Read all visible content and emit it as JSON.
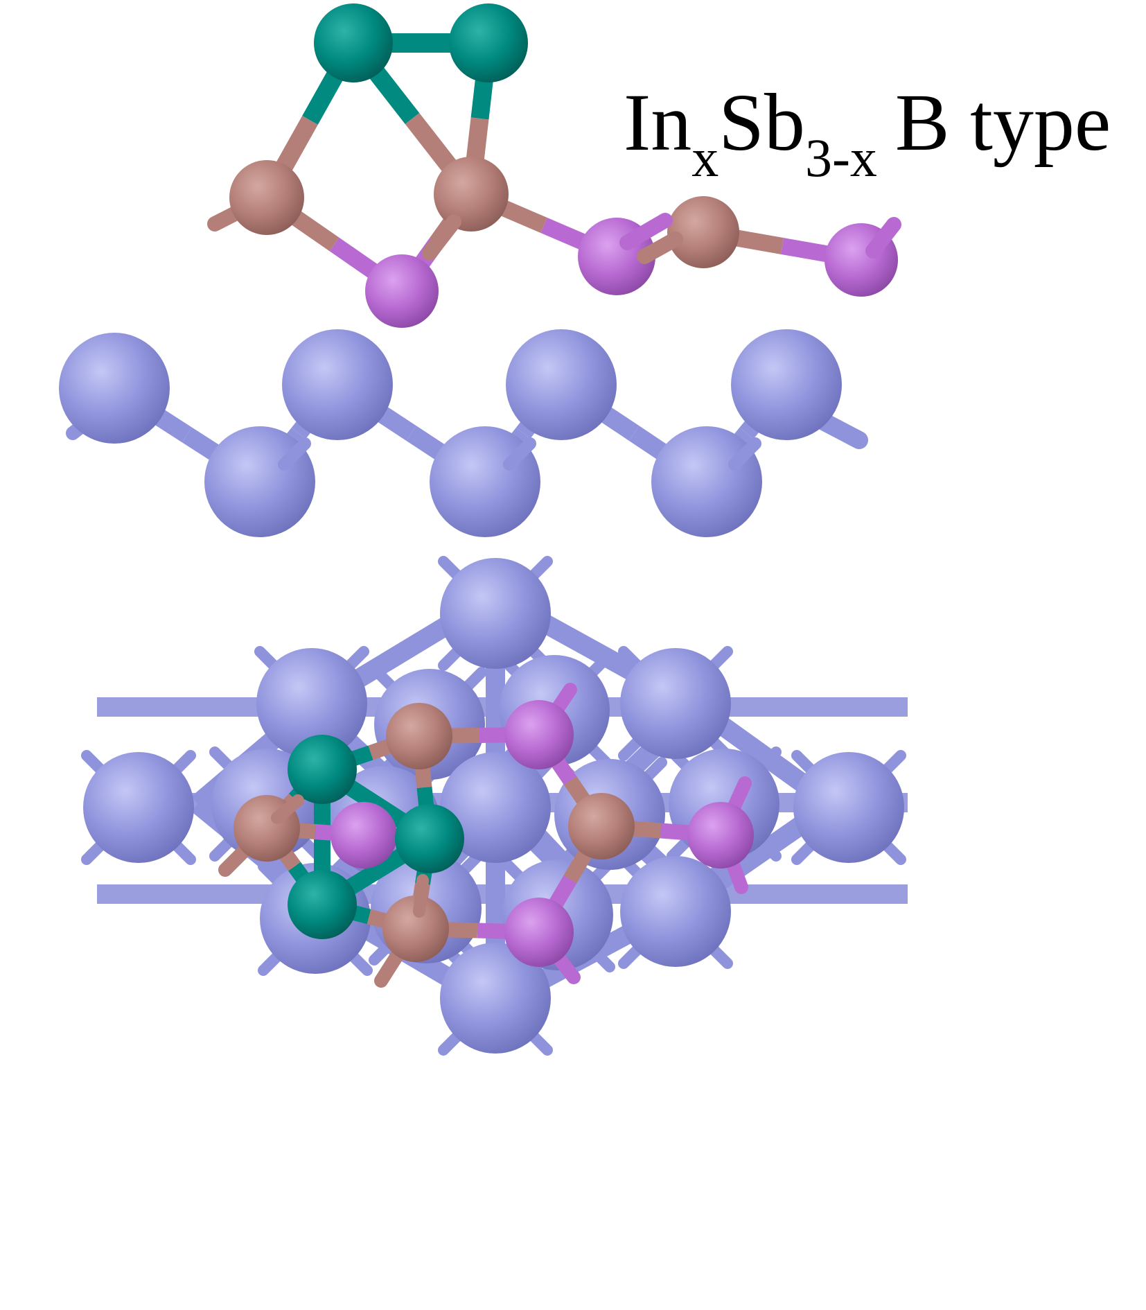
{
  "label": {
    "element_a": "In",
    "sub_a": "x",
    "element_b": "Sb",
    "sub_b": "3-x",
    "suffix": "B type"
  },
  "colors": {
    "teal": "#008a80",
    "brown": "#b47f78",
    "magenta": "#b86ad2",
    "periwinkle": "#8f93dc",
    "background": "#ffffff"
  }
}
